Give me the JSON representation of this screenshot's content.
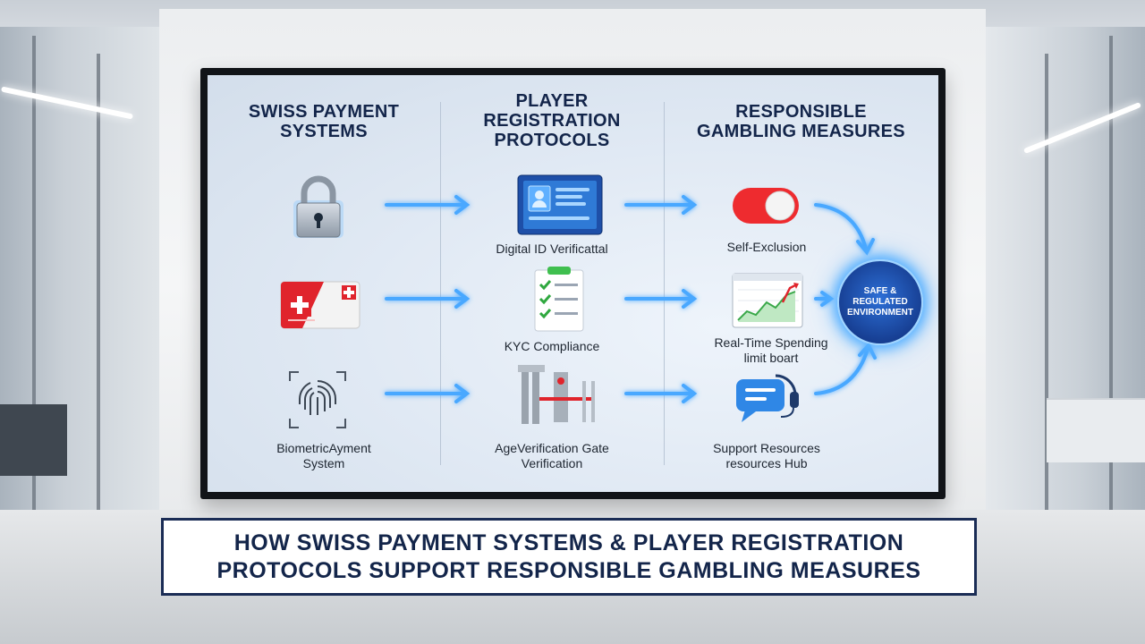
{
  "columns": [
    {
      "title_line1": "SWISS PAYMENT",
      "title_line2": "SYSTEMS"
    },
    {
      "title_line1": "PLAYER",
      "title_line2": "REGISTRATION",
      "title_line3": "PROTOCOLS"
    },
    {
      "title_line1": "RESPONSIBLE",
      "title_line2": "GAMBLING MEASURES"
    }
  ],
  "payment_items": [
    {
      "icon": "padlock-icon",
      "label": ""
    },
    {
      "icon": "swiss-card-icon",
      "label": ""
    },
    {
      "icon": "fingerprint-icon",
      "label_line1": "BiometricAyment",
      "label_line2": "System"
    }
  ],
  "registration_items": [
    {
      "icon": "digital-id-icon",
      "label": "Digital ID Verificattal"
    },
    {
      "icon": "checklist-icon",
      "label": "KYC Compliance"
    },
    {
      "icon": "age-gate-icon",
      "label_line1": "AgeVerification Gate",
      "label_line2": "Verification"
    }
  ],
  "measure_items": [
    {
      "icon": "toggle-switch-icon",
      "label": "Self-Exclusion"
    },
    {
      "icon": "line-chart-icon",
      "label_line1": "Real-Time Spending",
      "label_line2": "limit boart"
    },
    {
      "icon": "chat-headset-icon",
      "label_line1": "Support Resources",
      "label_line2": "resources Hub"
    }
  ],
  "result": {
    "line1": "SAFE &",
    "line2": "REGULATED",
    "line3": "ENVIRONMENT"
  },
  "caption": {
    "line1": "HOW SWISS PAYMENT SYSTEMS & PLAYER REGISTRATION",
    "line2": "PROTOCOLS SUPPORT RESPONSIBLE GAMBLING MEASURES"
  },
  "colors": {
    "navy": "#13254a",
    "arrow_glow": "#4aa8ff",
    "swiss_red": "#e0242c",
    "toggle_red": "#ee2b2f",
    "chart_green": "#3aa84a"
  }
}
